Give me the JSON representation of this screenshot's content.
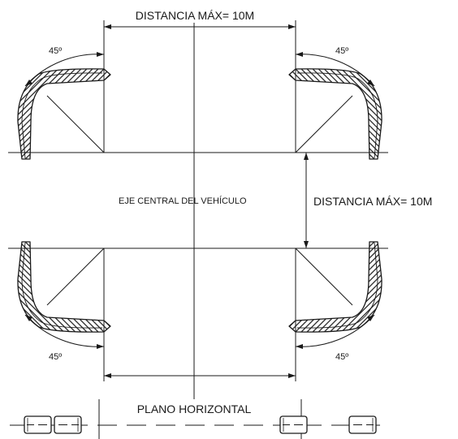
{
  "labels": {
    "top_distance": "DISTANCIA MÁX= 10M",
    "side_distance": "DISTANCIA MÁX= 10M",
    "center_axis": "EJE CENTRAL DEL VEHÍCULO",
    "horizontal_plane": "PLANO HORIZONTAL",
    "angle_top_left": "45º",
    "angle_top_right": "45º",
    "angle_bottom_left": "45º",
    "angle_bottom_right": "45º"
  },
  "colors": {
    "line": "#1a1a1a",
    "background": "#ffffff"
  }
}
